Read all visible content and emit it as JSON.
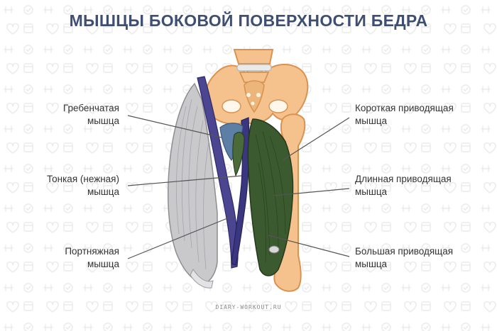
{
  "title": "МЫШЦЫ БОКОВОЙ ПОВЕРХНОСТИ БЕДРА",
  "labels": {
    "pectineus": [
      "Гребенчатая",
      "мышца"
    ],
    "gracilis": [
      "Тонкая (нежная)",
      "мышца"
    ],
    "sartorius": [
      "Портняжная",
      "мышца"
    ],
    "adductor_brevis": [
      "Короткая приводящая",
      "мышца"
    ],
    "adductor_longus": [
      "Длинная приводящая",
      "мышца"
    ],
    "adductor_magnus": [
      "Большая приводящая",
      "мышца"
    ]
  },
  "watermark": "DIARY-WORKOUT.RU",
  "colors": {
    "title": "#3e4f73",
    "bone": "#f5c28e",
    "bone_outline": "#d9924f",
    "sartorius": "#c9c9cc",
    "gracilis": "#4b4592",
    "pectineus": "#5d7fa6",
    "adductor": "#3c5a30",
    "leader_line": "#555555"
  }
}
